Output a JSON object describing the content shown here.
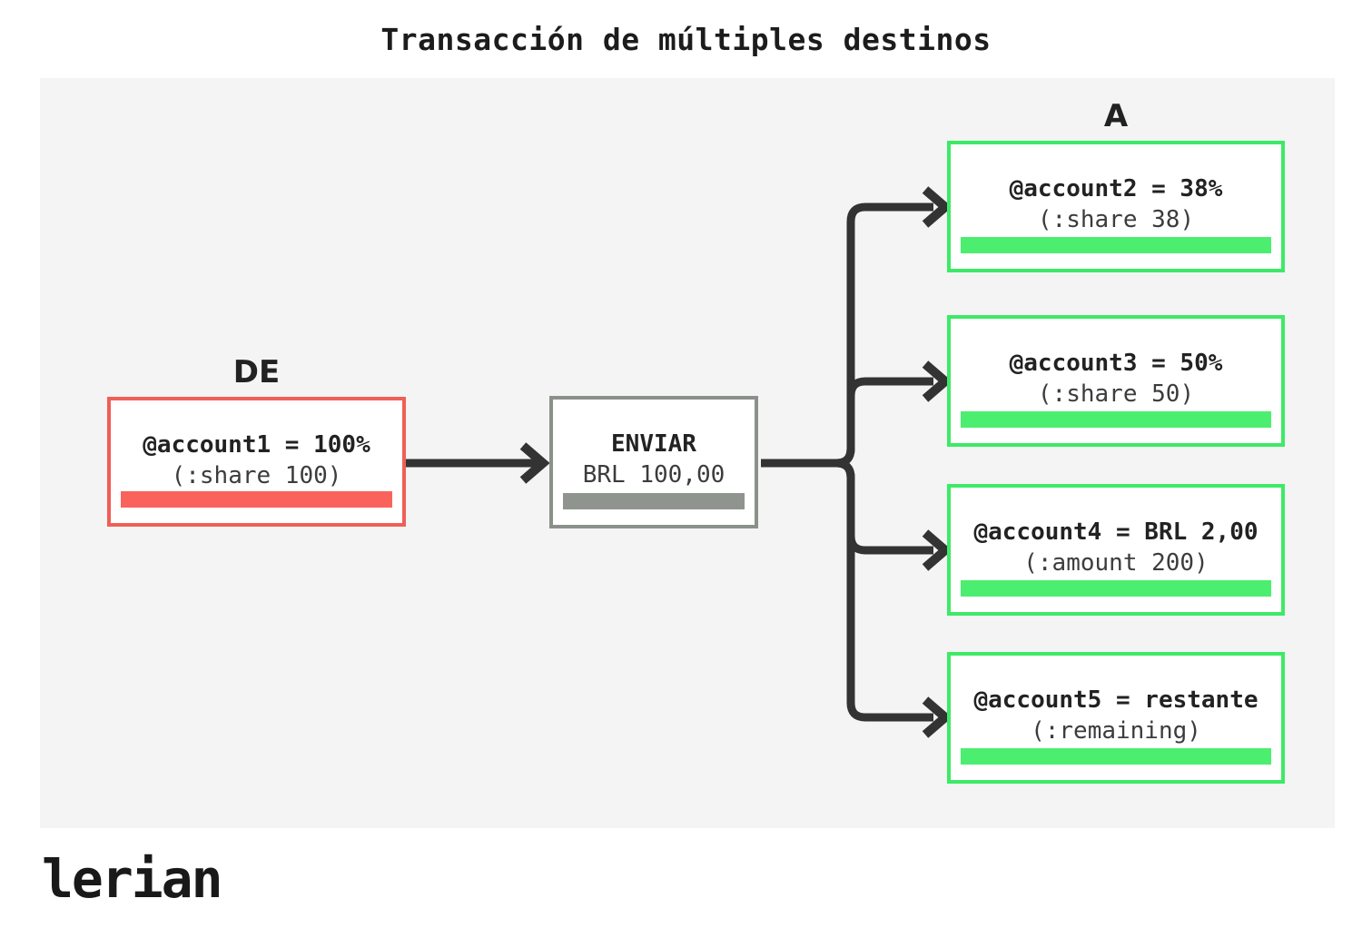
{
  "title": "Transacción de múltiples destinos",
  "brand": {
    "logo_text": "lerian"
  },
  "colors": {
    "panel_bg": "#f4f4f4",
    "arrow": "#333333",
    "source_accent": "#f4635c",
    "operation_accent": "#8f948f",
    "destination_accent": "#45ec6b",
    "node_bg": "#ffffff",
    "text": "#222222"
  },
  "source": {
    "group_label": "DE",
    "node": {
      "title": "@account1 = 100%",
      "subtitle": "(:share 100)"
    }
  },
  "operation": {
    "node": {
      "title": "ENVIAR",
      "subtitle": "BRL 100,00"
    }
  },
  "destinations": {
    "group_label": "A",
    "nodes": [
      {
        "title": "@account2 = 38%",
        "subtitle": "(:share 38)"
      },
      {
        "title": "@account3 = 50%",
        "subtitle": "(:share 50)"
      },
      {
        "title": "@account4 = BRL 2,00",
        "subtitle": "(:amount 200)"
      },
      {
        "title": "@account5 = restante",
        "subtitle": "(:remaining)"
      }
    ]
  }
}
